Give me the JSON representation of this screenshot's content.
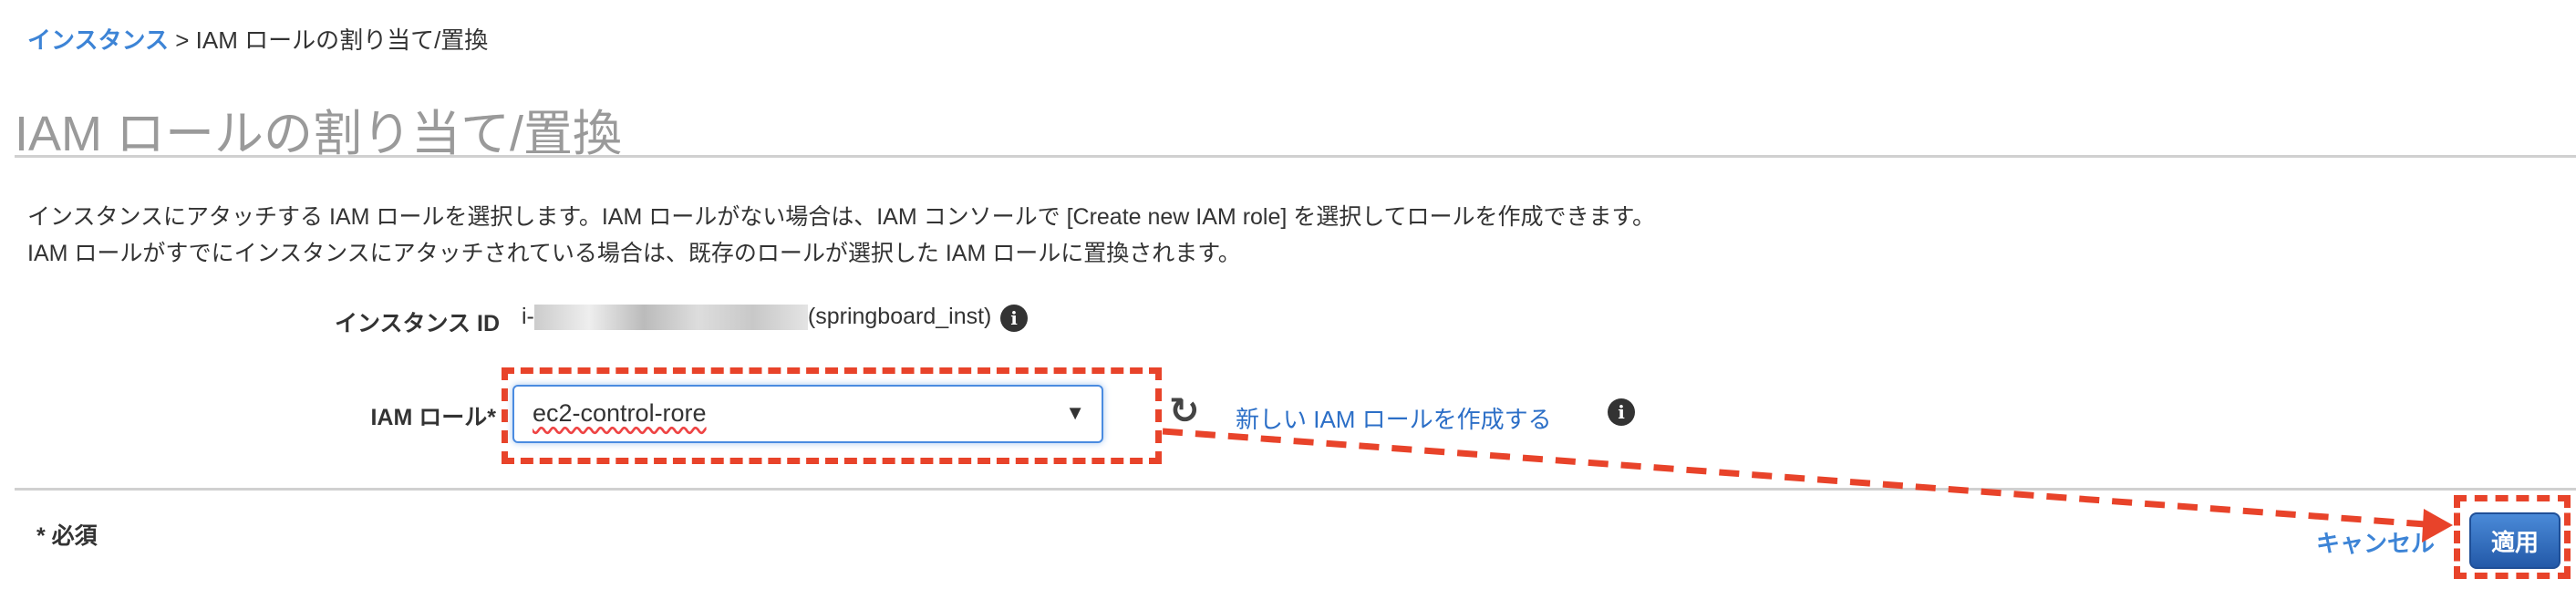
{
  "breadcrumb": {
    "parent": "インスタンス",
    "separator": ">",
    "current": "IAM ロールの割り当て/置換"
  },
  "page_title": "IAM ロールの割り当て/置換",
  "description": [
    "インスタンスにアタッチする IAM ロールを選択します。IAM ロールがない場合は、IAM コンソールで [Create new IAM role] を選択してロールを作成できます。",
    "IAM ロールがすでにインスタンスにアタッチされている場合は、既存のロールが選択した IAM ロールに置換されます。"
  ],
  "instance": {
    "label": "インスタンス ID",
    "id_prefix": "i-",
    "name": "(springboard_inst)"
  },
  "role": {
    "label": "IAM ロール*",
    "value": "ec2-control-rore",
    "create_link": "新しい IAM ロールを作成する"
  },
  "footer": {
    "required": "* 必須",
    "cancel": "キャンセル",
    "apply": "適用"
  },
  "colors": {
    "accent": "#2c6fc7",
    "annotation": "#e8432a"
  }
}
